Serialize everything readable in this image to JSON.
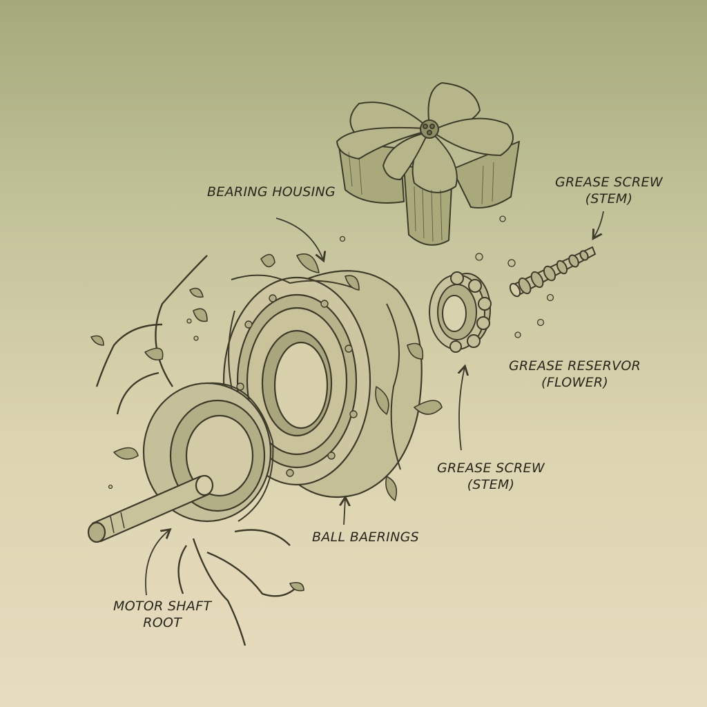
{
  "labels": {
    "bearing_housing": "BEARING HOUSING",
    "grease_screw_top": {
      "line1": "GREASE SCREW",
      "line2": "(STEM)"
    },
    "grease_reservoir": {
      "line1": "GREASE RESERVOR",
      "line2": "(FLOWER)"
    },
    "grease_screw_mid": {
      "line1": "GREASE SCREW",
      "line2": "(STEM)"
    },
    "ball_bearings": "BALL BAERINGS",
    "motor_shaft": {
      "line1": "MOTOR SHAFT",
      "line2": "ROOT"
    }
  },
  "colors": {
    "ink": "#3c3a2a",
    "fill_green": "#b7b68a",
    "fill_light": "#cfc9a3",
    "background_top": "#a4a97a",
    "background_bottom": "#e8dcbf"
  }
}
